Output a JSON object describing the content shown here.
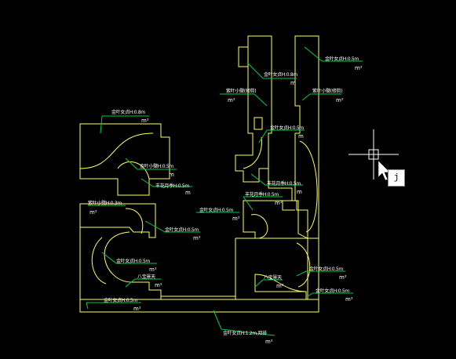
{
  "colors": {
    "background": "#000000",
    "outline": "#ffff66",
    "leader": "#00cc44",
    "text": "#ffffff",
    "crosshair": "#ffffff"
  },
  "labels": {
    "top_right": {
      "text": "金叶女贞H:0.5m",
      "unit": "m²"
    },
    "top_mid": {
      "text": "金叶女贞H:0.8m",
      "unit": "m"
    },
    "mid_left_a": {
      "text": "紫叶小檗(修剪)",
      "unit": "m²"
    },
    "mid_right_a": {
      "text": "紫叶小檗(修剪)",
      "unit": "m²"
    },
    "mid_center": {
      "text": "金叶女贞H:0.5m",
      "unit": "m"
    },
    "left_block": {
      "text": "金叶女贞H:0.8m",
      "unit": "m²"
    },
    "left_inner": {
      "text": "金叶小檗H:0.5m",
      "unit": "m"
    },
    "left_inner2": {
      "text": "丰花月季H:0.5m",
      "unit": "m"
    },
    "right_mid": {
      "text": "丰花月季H:0.5m",
      "unit": "m"
    },
    "right_mid2": {
      "text": "丰花月季H:0.5m",
      "unit": "m²"
    },
    "center_mid": {
      "text": "金叶女贞H:0.5m",
      "unit": "m²"
    },
    "left_small": {
      "text": "紫叶小檗H:0.3m",
      "unit": "m²"
    },
    "left_mid": {
      "text": "金叶女贞H:0.5m",
      "unit": "m²"
    },
    "left_lower": {
      "text": "金叶女贞H:0.5m",
      "unit": "m²"
    },
    "left_lower2": {
      "text": "八宝景天",
      "unit": "m²"
    },
    "right_lower": {
      "text": "八宝景天",
      "unit": "m²"
    },
    "right_lower2": {
      "text": "金叶女贞H:0.5m",
      "unit": "m²"
    },
    "right_bottom": {
      "text": "金叶女贞H:0.5m",
      "unit": "m²"
    },
    "bottom_left": {
      "text": "金叶女贞H:0.5m",
      "unit": "m²"
    },
    "bottom_center": {
      "text": "金叶女贞H:1.2m,双排",
      "unit": "m²"
    }
  },
  "cursor": {
    "tooltip": "j"
  }
}
